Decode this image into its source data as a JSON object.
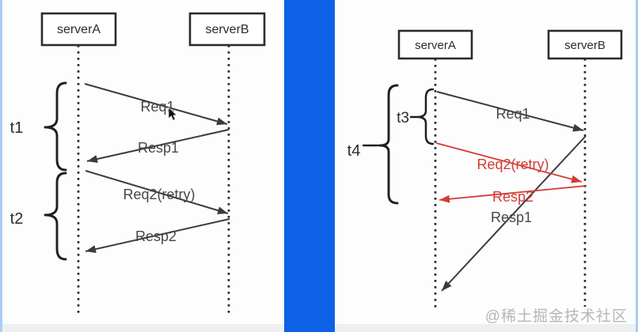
{
  "colors": {
    "accent_blue": "#0c61e4",
    "line_dark": "#3b3b3b",
    "line_red": "#d53a35",
    "text_dark": "#2c2c2c",
    "label_gray": "#474747",
    "watermark_gray": "#b3b7bb",
    "edge_tint": "#a9cdf2",
    "bottom_band": "#edeff1"
  },
  "left_diagram": {
    "actors": [
      {
        "label": "serverA"
      },
      {
        "label": "serverB"
      }
    ],
    "messages": [
      {
        "label": "Req1",
        "from": "serverA",
        "to": "serverB",
        "style": "normal"
      },
      {
        "label": "Resp1",
        "from": "serverB",
        "to": "serverA",
        "style": "normal"
      },
      {
        "label": "Req2(retry)",
        "from": "serverA",
        "to": "serverB",
        "style": "normal"
      },
      {
        "label": "Resp2",
        "from": "serverB",
        "to": "serverA",
        "style": "normal"
      }
    ],
    "time_brackets": [
      {
        "label": "t1"
      },
      {
        "label": "t2"
      }
    ]
  },
  "right_diagram": {
    "actors": [
      {
        "label": "serverA"
      },
      {
        "label": "serverB"
      }
    ],
    "messages": [
      {
        "label": "Req1",
        "from": "serverA",
        "to": "serverB",
        "style": "normal"
      },
      {
        "label": "Req2(retry)",
        "from": "serverA",
        "to": "serverB",
        "style": "red"
      },
      {
        "label": "Resp2",
        "from": "serverB",
        "to": "serverA",
        "style": "red"
      },
      {
        "label": "Resp1",
        "from": "serverB",
        "to": "serverA",
        "style": "normal"
      }
    ],
    "time_brackets": [
      {
        "label": "t3"
      },
      {
        "label": "t4"
      }
    ]
  },
  "watermark": {
    "text": "@稀土掘金技术社区"
  }
}
